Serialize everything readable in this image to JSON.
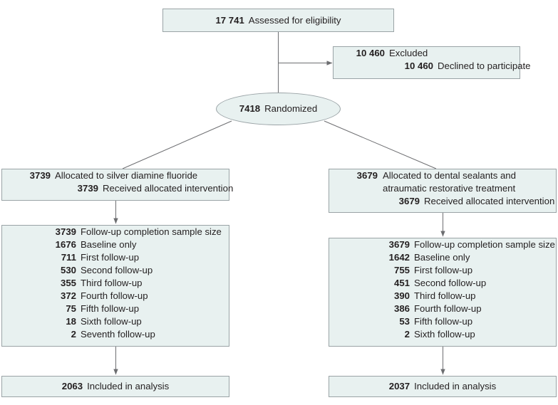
{
  "diagram": {
    "title": "CONSORT participant flow diagram",
    "colors": {
      "box_fill": "#e8f1f0",
      "box_border": "#9aa3a6",
      "connector": "#6d6e71",
      "text": "#231f20"
    },
    "assessed": {
      "count": "17 741",
      "label": "Assessed for eligibility"
    },
    "excluded": {
      "count": "10 460",
      "label": "Excluded",
      "reason_count": "10 460",
      "reason_label": "Declined to participate"
    },
    "randomized": {
      "count": "7418",
      "label": "Randomized"
    },
    "allocation_left": {
      "count": "3739",
      "label": "Allocated to silver diamine fluoride",
      "received_count": "3739",
      "received_label": "Received allocated intervention"
    },
    "allocation_right": {
      "count": "3679",
      "label": "Allocated to dental sealants and atraumatic restorative treatment",
      "received_count": "3679",
      "received_label": "Received allocated intervention"
    },
    "followup_left": {
      "header_count": "3739",
      "header_label": "Follow-up completion sample size",
      "rows": [
        {
          "count": "1676",
          "label": "Baseline only"
        },
        {
          "count": "711",
          "label": "First follow-up"
        },
        {
          "count": "530",
          "label": "Second follow-up"
        },
        {
          "count": "355",
          "label": "Third follow-up"
        },
        {
          "count": "372",
          "label": "Fourth follow-up"
        },
        {
          "count": "75",
          "label": "Fifth follow-up"
        },
        {
          "count": "18",
          "label": "Sixth follow-up"
        },
        {
          "count": "2",
          "label": "Seventh follow-up"
        }
      ]
    },
    "followup_right": {
      "header_count": "3679",
      "header_label": "Follow-up completion sample size",
      "rows": [
        {
          "count": "1642",
          "label": "Baseline only"
        },
        {
          "count": "755",
          "label": "First follow-up"
        },
        {
          "count": "451",
          "label": "Second follow-up"
        },
        {
          "count": "390",
          "label": "Third follow-up"
        },
        {
          "count": "386",
          "label": "Fourth follow-up"
        },
        {
          "count": "53",
          "label": "Fifth follow-up"
        },
        {
          "count": "2",
          "label": "Sixth follow-up"
        }
      ]
    },
    "included_left": {
      "count": "2063",
      "label": "Included in analysis"
    },
    "included_right": {
      "count": "2037",
      "label": "Included in analysis"
    }
  }
}
